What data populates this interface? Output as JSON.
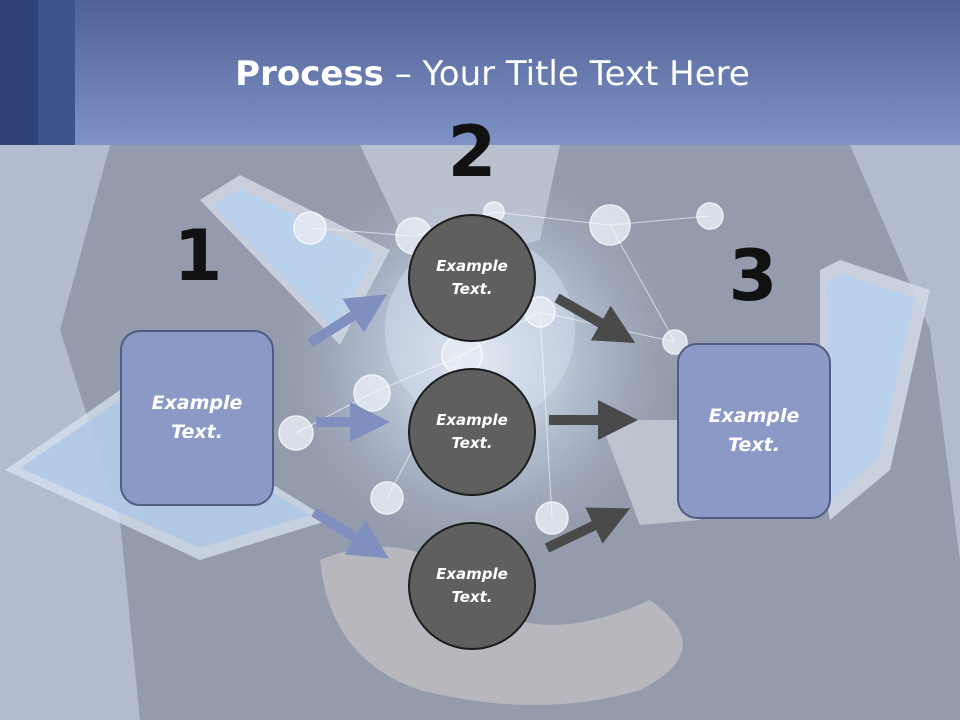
{
  "title": {
    "bold": "Process",
    "separator": " – ",
    "rest": "Your Title Text Here"
  },
  "steps": {
    "one": "1",
    "two": "2",
    "three": "3"
  },
  "boxes": {
    "left": "Example Text.",
    "right": "Example Text."
  },
  "circles": {
    "top": "Example Text.",
    "middle": "Example Text.",
    "bottom": "Example Text."
  },
  "colors": {
    "header": "#6e81b8",
    "box_fill": "#8a99c6",
    "circle_fill": "#5f5f5f",
    "arrow_blue": "#7f8fc0",
    "arrow_gray": "#4a4a4a"
  }
}
